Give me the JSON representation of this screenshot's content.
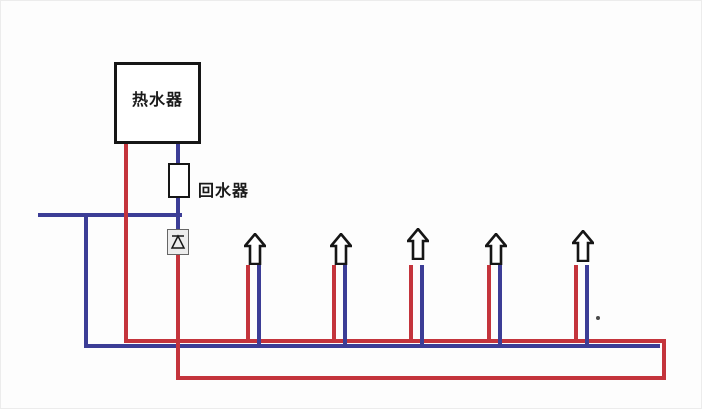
{
  "labels": {
    "heater": "热水器",
    "return_device": "回水器"
  },
  "colors": {
    "hot": "#c4343c",
    "cold": "#3c3d96",
    "outline": "#161616",
    "valve_fill": "#ededed",
    "background": "#fdfdfd"
  },
  "icons": {
    "faucet_outlet": "up-block-arrow-icon",
    "check_valve": "check-valve-icon"
  },
  "faucet_count": 5
}
